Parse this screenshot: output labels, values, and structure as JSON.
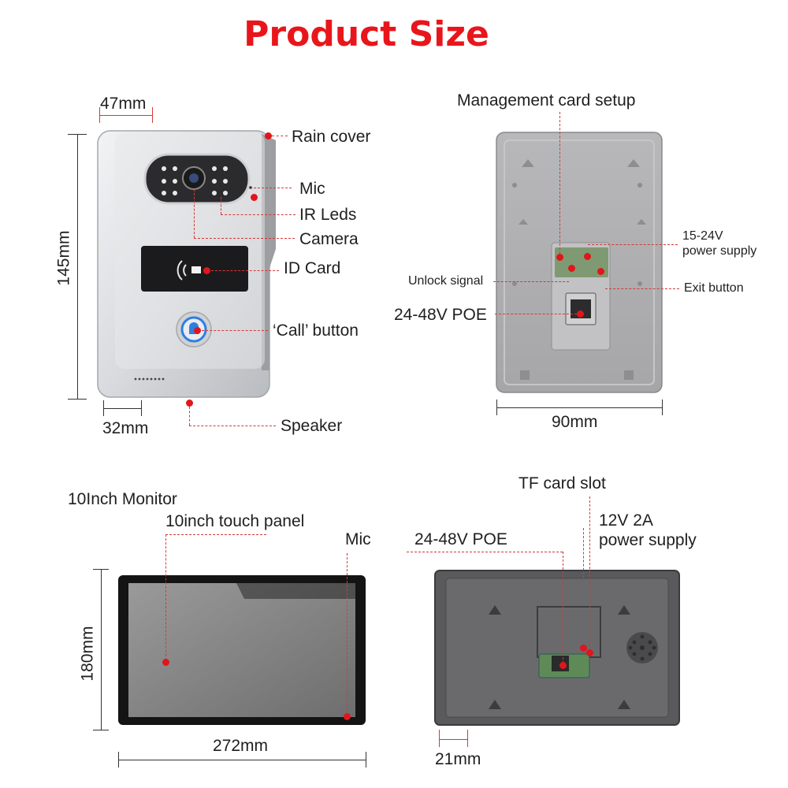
{
  "title": "Product Size",
  "doorbell": {
    "width_top": "47mm",
    "height": "145mm",
    "depth": "32mm",
    "rain_cover": "Rain cover",
    "mic": "Mic",
    "ir_leds": "IR Leds",
    "camera": "Camera",
    "id_card": "ID Card",
    "call_button": "‘Call’ button",
    "speaker": "Speaker"
  },
  "backplate": {
    "management": "Management card setup",
    "power": "15-24V\npower supply",
    "unlock": "Unlock signal",
    "exit": "Exit button",
    "poe": "24-48V POE",
    "width": "90mm"
  },
  "monitor": {
    "title": "10Inch Monitor",
    "touch_panel": "10inch touch panel",
    "mic": "Mic",
    "height": "180mm",
    "width": "272mm"
  },
  "monitor_back": {
    "tf_slot": "TF card slot",
    "poe": "24-48V POE",
    "power": "12V 2A\npower supply",
    "depth": "21mm"
  }
}
